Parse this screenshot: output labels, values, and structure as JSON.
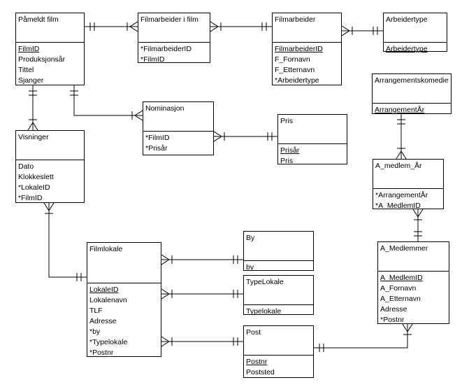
{
  "entities": {
    "pameldt_film": {
      "title": "Påmeldt film",
      "attributes": [
        {
          "name": "FilmID",
          "pk": true
        },
        {
          "name": "Produksjonsår",
          "pk": false
        },
        {
          "name": "Tittel",
          "pk": false
        },
        {
          "name": "Sjanger",
          "pk": false
        }
      ]
    },
    "filmarbeider_i_film": {
      "title": "Filmarbeider i film",
      "attributes": [
        {
          "name": "*FilmarbeiderID",
          "pk": false
        },
        {
          "name": "*FilmID",
          "pk": false
        }
      ]
    },
    "filmarbeider": {
      "title": "Filmarbeider",
      "attributes": [
        {
          "name": "FilmarbeiderID",
          "pk": true
        },
        {
          "name": "F_Fornavn",
          "pk": false
        },
        {
          "name": "F_Etternavn",
          "pk": false
        },
        {
          "name": "*Arbeidertype",
          "pk": false
        }
      ]
    },
    "arbeidertype": {
      "title": "Arbeidertype",
      "attributes": [
        {
          "name": "Arbeidertype",
          "pk": true
        }
      ]
    },
    "arrangementskomedie": {
      "title": "Arrangementskomedie",
      "attributes": [
        {
          "name": "ArrangementÅr",
          "pk": true
        }
      ]
    },
    "nominasjon": {
      "title": "Nominasjon",
      "attributes": [
        {
          "name": "*FilmID",
          "pk": false
        },
        {
          "name": "*Prisår",
          "pk": false
        }
      ]
    },
    "pris": {
      "title": "Pris",
      "attributes": [
        {
          "name": "Prisår",
          "pk": true
        },
        {
          "name": "Pris",
          "pk": false
        }
      ]
    },
    "visninger": {
      "title": "Visninger",
      "attributes": [
        {
          "name": "Dato",
          "pk": false
        },
        {
          "name": "Klokkeslett",
          "pk": false
        },
        {
          "name": "*LokaleID",
          "pk": false
        },
        {
          "name": "*FilmID",
          "pk": false
        }
      ]
    },
    "a_medlem_ar": {
      "title": "A_medlem_År",
      "attributes": [
        {
          "name": "*ArrangementÅr",
          "pk": false
        },
        {
          "name": "*A_MedlemID",
          "pk": false
        }
      ]
    },
    "by": {
      "title": "By",
      "attributes": [
        {
          "name": "by",
          "pk": true
        }
      ]
    },
    "filmlokale": {
      "title": "Filmlokale",
      "attributes": [
        {
          "name": "LokaleID",
          "pk": true
        },
        {
          "name": "Lokalenavn",
          "pk": false
        },
        {
          "name": "TLF",
          "pk": false
        },
        {
          "name": "Adresse",
          "pk": false
        },
        {
          "name": "*by",
          "pk": false
        },
        {
          "name": "*Typelokale",
          "pk": false
        },
        {
          "name": "*Postnr",
          "pk": false
        }
      ]
    },
    "a_medlemmer": {
      "title": "A_Medlemmer",
      "attributes": [
        {
          "name": "A_MedlemID",
          "pk": true
        },
        {
          "name": "A_Fornavn",
          "pk": false
        },
        {
          "name": "A_Etternavn",
          "pk": false
        },
        {
          "name": "Adresse",
          "pk": false
        },
        {
          "name": "*Postnr",
          "pk": false
        }
      ]
    },
    "typelokale": {
      "title": "TypeLokale",
      "attributes": [
        {
          "name": "Typelokale",
          "pk": true
        }
      ]
    },
    "post": {
      "title": "Post",
      "attributes": [
        {
          "name": "Postnr",
          "pk": true
        },
        {
          "name": "Poststed",
          "pk": false
        }
      ]
    }
  },
  "relationships": [
    {
      "from": "pameldt_film",
      "to": "filmarbeider_i_film",
      "cardinality": "one-to-many"
    },
    {
      "from": "filmarbeider",
      "to": "filmarbeider_i_film",
      "cardinality": "one-to-many"
    },
    {
      "from": "arbeidertype",
      "to": "filmarbeider",
      "cardinality": "one-to-many"
    },
    {
      "from": "pameldt_film",
      "to": "nominasjon",
      "cardinality": "one-to-many"
    },
    {
      "from": "pris",
      "to": "nominasjon",
      "cardinality": "one-to-many"
    },
    {
      "from": "pameldt_film",
      "to": "visninger",
      "cardinality": "one-to-many"
    },
    {
      "from": "filmlokale",
      "to": "visninger",
      "cardinality": "one-to-many"
    },
    {
      "from": "by",
      "to": "filmlokale",
      "cardinality": "one-to-many"
    },
    {
      "from": "typelokale",
      "to": "filmlokale",
      "cardinality": "one-to-many"
    },
    {
      "from": "post",
      "to": "filmlokale",
      "cardinality": "one-to-many"
    },
    {
      "from": "post",
      "to": "a_medlemmer",
      "cardinality": "one-to-many"
    },
    {
      "from": "arrangementskomedie",
      "to": "a_medlem_ar",
      "cardinality": "one-to-many"
    },
    {
      "from": "a_medlemmer",
      "to": "a_medlem_ar",
      "cardinality": "one-to-many"
    }
  ]
}
